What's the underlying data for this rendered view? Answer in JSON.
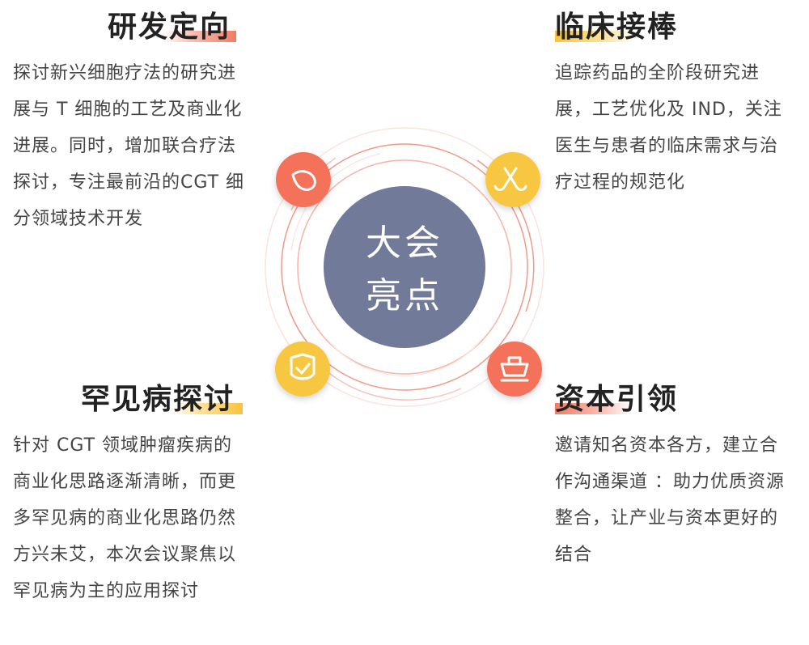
{
  "center": {
    "line1": "大会",
    "line2": "亮点"
  },
  "sections": [
    {
      "title": "研发定向",
      "body": "探讨新兴细胞疗法的研究进展与 T 细胞的工艺及商业化进展。同时，增加联合疗法探讨，专注最前沿的CGT 细分领域技术开发",
      "icon": "drop-icon"
    },
    {
      "title": "临床接棒",
      "body": "追踪药品的全阶段研究进展，工艺优化及 IND，关注医生与患者的临床需求与治疗过程的规范化",
      "icon": "baton-icon"
    },
    {
      "title": "罕见病探讨",
      "body": "针对 CGT 领域肿瘤疾病的商业化思路逐渐清晰，而更多罕见病的商业化思路仍然方兴未艾，本次会议聚焦以罕见病为主的应用探讨",
      "icon": "shield-check-icon"
    },
    {
      "title": "资本引领",
      "body": "邀请知名资本各方，建立合作沟通渠道 ：助力优质资源整合，让产业与资本更好的结合",
      "icon": "ship-icon"
    }
  ],
  "colors": {
    "center_circle": "#727a99",
    "ring": "#f09a88",
    "icon_red": "#f4715a",
    "icon_yellow": "#f8c743"
  }
}
